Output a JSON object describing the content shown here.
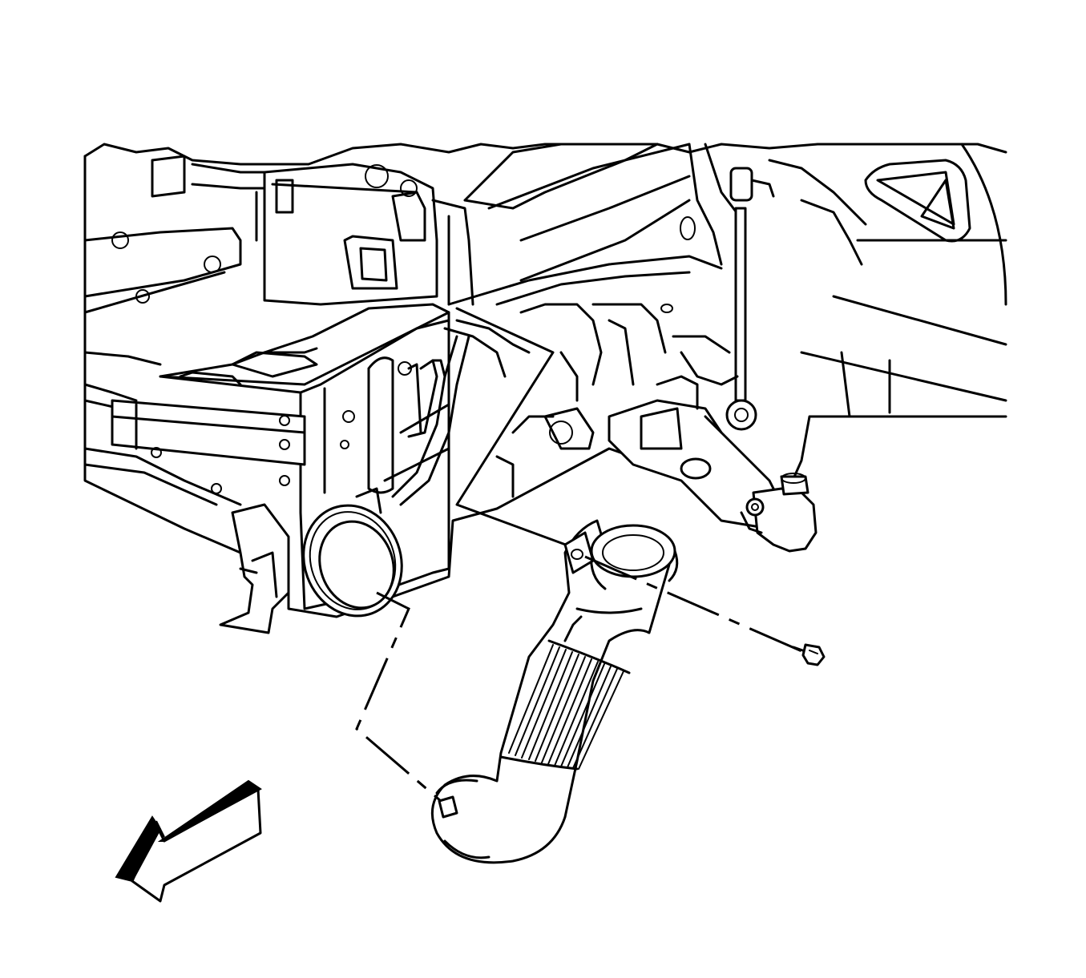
{
  "diagram": {
    "style": "black line-art illustration on white background",
    "colors": {
      "stroke": "#000000",
      "background": "#ffffff"
    },
    "components": [
      "vehicle-front-frame",
      "radiator-support",
      "engine-cradle",
      "suspension-control-arm",
      "stabilizer-link",
      "ball-joint",
      "air-intake-duct",
      "duct-mounting-bolt",
      "direction-arrow"
    ],
    "icons": {
      "arrow": "front-direction-arrow-icon"
    }
  }
}
